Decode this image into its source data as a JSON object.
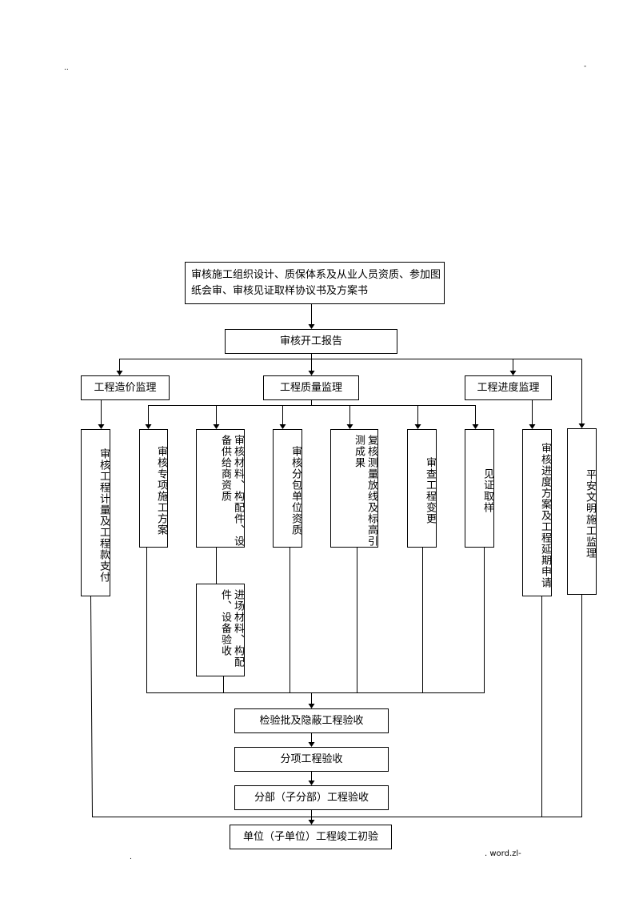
{
  "page": {
    "header_left": "..",
    "header_right": "-",
    "footer_dot": ".",
    "footer": ". word.zl-"
  },
  "flow": {
    "top": "审核施工组织设计、质保体系及从业人员资质、参加图纸会审、审核见证取样协议书及方案书",
    "start_report": "审核开工报告",
    "cost": "工程造价监理",
    "quality": "工程质量监理",
    "schedule": "工程进度监理",
    "cost_item": "审核工程计量及工程款支付",
    "quality_items": [
      "审核专项施工方案",
      "审核材料、构配件、设备供给商资质",
      "审核分包单位资质",
      "复核测量放线及标高引测成果",
      "审查工程变更",
      "见证取样"
    ],
    "materials_check": "进场材料、构配件、设备验收",
    "schedule_item": "审核进度方案及工程延期申请",
    "safety": "平安文明施工监理",
    "inspection": "检验批及隐蔽工程验收",
    "subitem": "分项工程验收",
    "division": "分部（子分部）工程验收",
    "final": "单位（子单位）工程竣工初验"
  }
}
